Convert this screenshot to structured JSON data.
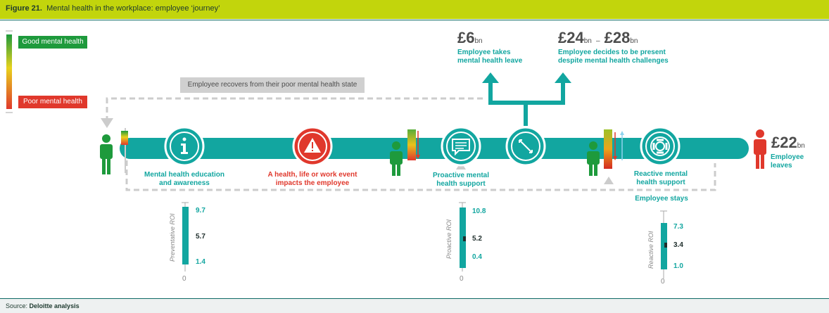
{
  "figure": {
    "label": "Figure 21.",
    "title": "Mental health in the workplace: employee ‘journey’"
  },
  "legend": {
    "good": "Good mental health",
    "poor": "Poor mental health"
  },
  "recovery_label": "Employee recovers from their poor mental health state",
  "costs": {
    "leave_value": "£6",
    "leave_unit": "bn",
    "leave_label": "Employee takes mental health leave",
    "presenteeism_low": "£24",
    "presenteeism_unit": "bn",
    "presenteeism_sep": "–",
    "presenteeism_high": "£28",
    "presenteeism_unit2": "bn",
    "presenteeism_label": "Employee decides to be present despite mental health challenges",
    "turnover_value": "£22",
    "turnover_unit": "bn",
    "turnover_label": "Employee leaves"
  },
  "stages": {
    "education": "Mental health education and awareness",
    "event": "A health, life or work event impacts the employee",
    "proactive": "Proactive mental health support",
    "reactive": "Reactive mental health support",
    "stays": "Employee stays"
  },
  "roi": {
    "preventative": {
      "title": "Preventative ROI",
      "high": "9.7",
      "mid": "5.7",
      "low": "1.4",
      "zero": "0"
    },
    "proactive": {
      "title": "Proactive ROI",
      "high": "10.8",
      "mid": "5.2",
      "low": "0.4",
      "zero": "0"
    },
    "reactive": {
      "title": "Reactive ROI",
      "high": "7.3",
      "mid": "3.4",
      "low": "1.0",
      "zero": "0"
    }
  },
  "source": {
    "label": "Source:",
    "value": "Deloitte analysis"
  },
  "colors": {
    "teal": "#12a6a0",
    "green": "#1e9a3c",
    "red": "#e0382c",
    "lime": "#c2d50c",
    "grey": "#d0d0d0"
  }
}
